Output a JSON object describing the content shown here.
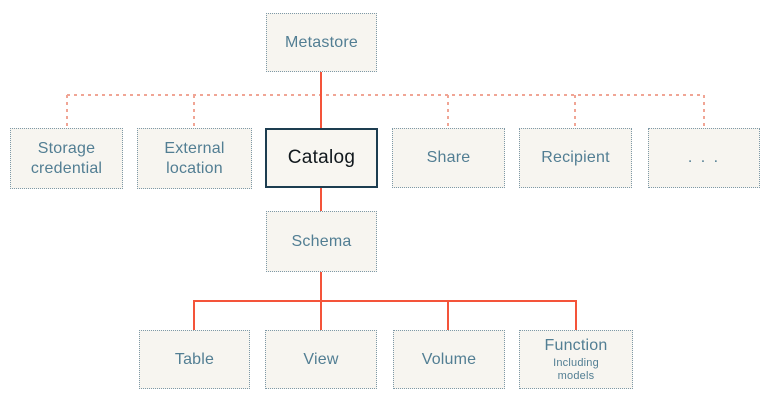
{
  "colors": {
    "page-bg": "#ffffff",
    "box-bg": "#f7f5f0",
    "box-border": "#7e99a7",
    "label": "#527e93",
    "catalog-border": "#1d3d50",
    "catalog-text": "#11181d",
    "solid-line": "#f4543a",
    "dotted-line": "#f0a595"
  },
  "nodes": {
    "metastore": {
      "label": "Metastore"
    },
    "storage_credential": {
      "label": "Storage credential"
    },
    "external_location": {
      "label": "External location"
    },
    "catalog": {
      "label": "Catalog"
    },
    "share": {
      "label": "Share"
    },
    "recipient": {
      "label": "Recipient"
    },
    "more": {
      "label": ". . ."
    },
    "schema": {
      "label": "Schema"
    },
    "table": {
      "label": "Table"
    },
    "view": {
      "label": "View"
    },
    "volume": {
      "label": "Volume"
    },
    "function": {
      "label": "Function",
      "sublabel": "Including models"
    }
  }
}
